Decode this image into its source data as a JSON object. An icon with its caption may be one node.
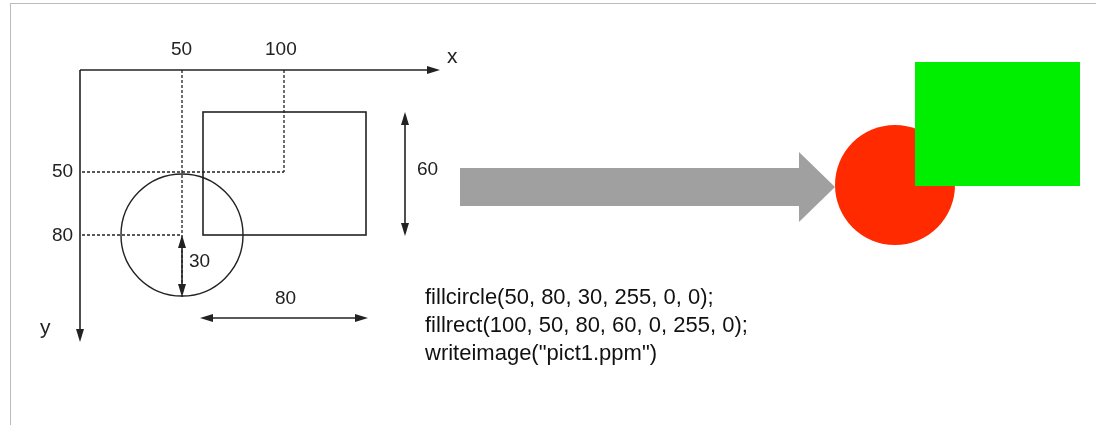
{
  "diagram": {
    "nodes": [
      {
        "text": [],
        "shape": "picture"
      },
      {
        "text": [],
        "shape": "picture"
      }
    ],
    "edges": [
      {
        "from": 0,
        "to": 1,
        "arrow": "to"
      }
    ],
    "labels": [
      "50",
      "100",
      "x",
      "60",
      "50",
      "80",
      "30",
      "80",
      "y",
      "fillcircle(50, 80, 30, 255, 0, 0);",
      "fillrect(100, 50, 80, 60, 0, 255, 0);",
      "writeimage(\"pict1.ppm\")"
    ]
  }
}
